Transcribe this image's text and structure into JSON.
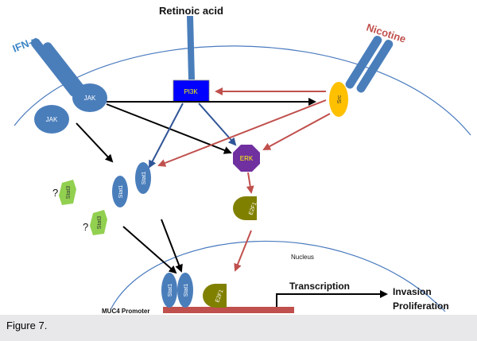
{
  "labels": {
    "retinoic_acid": "Retinoic acid",
    "ifn_gamma": "IFN-γ",
    "nicotine": "Nicotine",
    "jak": "JAK",
    "pi3k": "PI3K",
    "src": "Src",
    "erk": "ERK",
    "stat1": "Stat1",
    "stat3": "Stat3",
    "e2f1": "E2F1",
    "question": "?",
    "nucleus": "Nucleus",
    "muc4_promoter": "MUC4 Promoter",
    "transcription": "Transcription",
    "invasion": "Invasion",
    "proliferation": "Proliferation"
  },
  "caption": "Figure 7.",
  "colors": {
    "membrane": "#4a7bbf",
    "protein_blue": "#4a7ebb",
    "pi3k_fill": "#0000ff",
    "pi3k_text": "#ffff00",
    "src_fill": "#ffc000",
    "erk_fill": "#7030a0",
    "erk_text": "#ffff00",
    "stat3_fill": "#92d050",
    "e2f1_fill": "#808000",
    "ifn_label": "#3d86c6",
    "nicotine_label": "#c0504d",
    "red_arrow": "#c0504d",
    "blue_arrow": "#2f5597",
    "black_arrow": "#000000",
    "promoter_bar": "#c0504d"
  }
}
